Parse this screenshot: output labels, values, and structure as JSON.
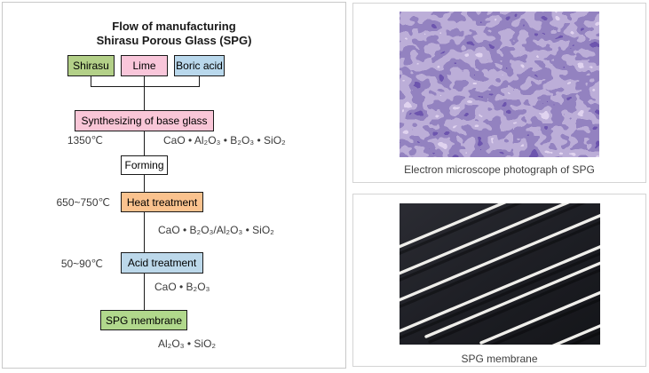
{
  "flowchart": {
    "title_line1": "Flow of manufacturing",
    "title_line2": "Shirasu Porous Glass (SPG)",
    "inputs": [
      {
        "label": "Shirasu",
        "color": "#b3d088"
      },
      {
        "label": "Lime",
        "color": "#f9c6da"
      },
      {
        "label": "Boric acid",
        "color": "#b9d8ec"
      }
    ],
    "steps": [
      {
        "label": "Synthesizing of base glass",
        "color": "#f9c6d7",
        "temp": "1350℃",
        "formula": "CaO • Al₂O₃ • B₂O₃ • SiO₂"
      },
      {
        "label": "Forming",
        "color": "#ffffff",
        "temp": "",
        "formula": ""
      },
      {
        "label": "Heat treatment",
        "color": "#fac28e",
        "temp": "650~750℃",
        "formula": "CaO • B₂O₃/Al₂O₃ • SiO₂"
      },
      {
        "label": "Acid treatment",
        "color": "#bcd8ea",
        "temp": "50~90℃",
        "formula": "CaO • B₂O₃"
      },
      {
        "label": "SPG membrane",
        "color": "#b1d88c",
        "temp": "",
        "formula": "Al₂O₃ • SiO₂"
      }
    ],
    "line_color": "#1a1a1a"
  },
  "cards": [
    {
      "caption": "Electron microscope photograph of SPG"
    },
    {
      "caption": "SPG membrane"
    }
  ]
}
